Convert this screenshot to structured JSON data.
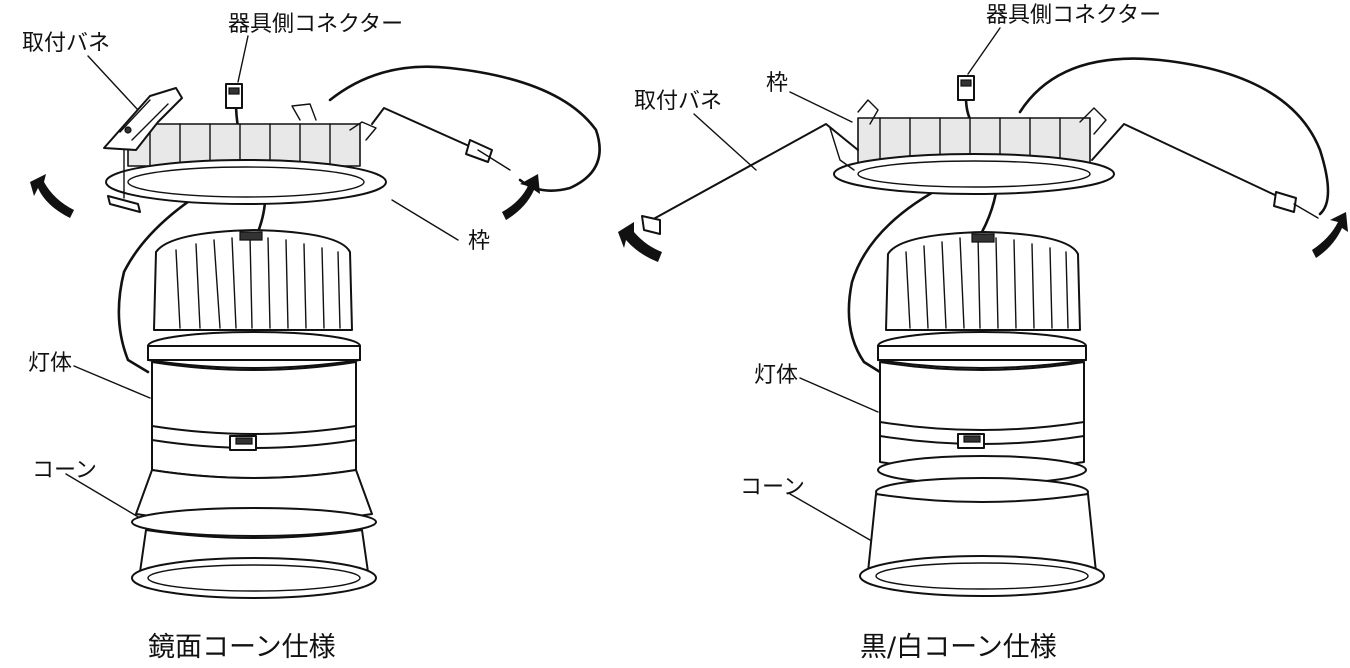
{
  "figures": [
    {
      "caption": "鏡面コーン仕様",
      "labels": {
        "spring": "取付バネ",
        "connector": "器具側コネクター",
        "frame": "枠",
        "body": "灯体",
        "cone": "コーン"
      }
    },
    {
      "caption": "黒/白コーン仕様",
      "labels": {
        "spring": "取付バネ",
        "connector": "器具側コネクター",
        "frame": "枠",
        "body": "灯体",
        "cone": "コーン"
      }
    }
  ]
}
